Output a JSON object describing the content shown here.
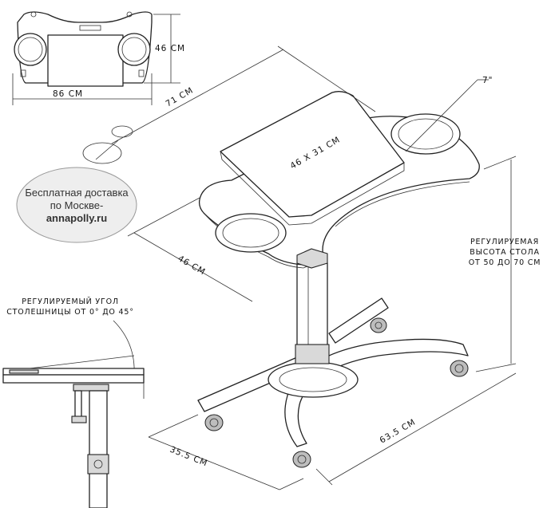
{
  "dimensions": {
    "top_depth": "46 CM",
    "top_width": "86 CM",
    "table_depth": "71 CM",
    "tray_size": "46 X 31 CM",
    "cup_diameter": "7\"",
    "left_wing": "46 CM",
    "base_left": "35.5 CM",
    "base_right": "63.5 CM"
  },
  "notes": {
    "height_line1": "РЕГУЛИРУЕМАЯ",
    "height_line2": "ВЫСОТА СТОЛА",
    "height_line3": "ОТ 50 ДО 70 CM",
    "angle_line1": "РЕГУЛИРУЕМЫЙ УГОЛ",
    "angle_line2": "СТОЛЕШНИЦЫ ОТ 0° ДО 45°"
  },
  "promo": {
    "line1": "Бесплатная доставка",
    "line2": "по Москве-",
    "link": "annapolly.ru"
  },
  "colors": {
    "line": "#222222",
    "badge_fill": "#eeeeee",
    "badge_stroke": "#999999"
  }
}
